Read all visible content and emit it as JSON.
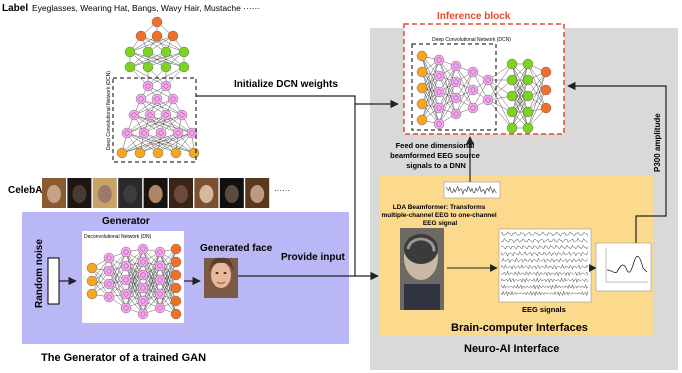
{
  "label_header": {
    "title": "Label",
    "attributes": "Eyeglasses, Wearing Hat, Bangs, Wavy Hair, Mustache ······"
  },
  "dcn": {
    "vertical_label": "Deep Convolutional Network (DCN)"
  },
  "celeba": {
    "label": "CelebA",
    "ellipsis": "······"
  },
  "arrows": {
    "init_weights": "Initialize DCN weights",
    "provide_input": "Provide input",
    "feed_1d": [
      "Feed one dimensional",
      "beamformed EEG source",
      "signals to a DNN"
    ],
    "p300": "P300 amplitude"
  },
  "generator": {
    "title": "Generator",
    "dn_label": "Deconvolutional Network (DN)",
    "random_noise": "Random noise",
    "generated_face": "Generated face",
    "caption": "The Generator of a trained GAN"
  },
  "inference": {
    "title": "Inference block",
    "dcn_label": "Deep Convolutional Network (DCN)"
  },
  "bci": {
    "lda_text": [
      "LDA Beamformer: Transforms",
      "multiple-channel EEG to one-channel",
      "EEG signal"
    ],
    "eeg_signals": "EEG signals",
    "title": "Brain-computer Interfaces"
  },
  "neuro_ai": {
    "title": "Neuro-AI Interface"
  },
  "colors": {
    "generator_bg": "#b9b7f5",
    "bci_bg": "#fbd98d",
    "neuro_bg": "#d9d9d9",
    "node_orange": "#f5a623",
    "node_pink": "#f7a6ee",
    "node_green": "#7ed321",
    "node_red": "#f0702a",
    "inference_border": "#e8482c"
  }
}
